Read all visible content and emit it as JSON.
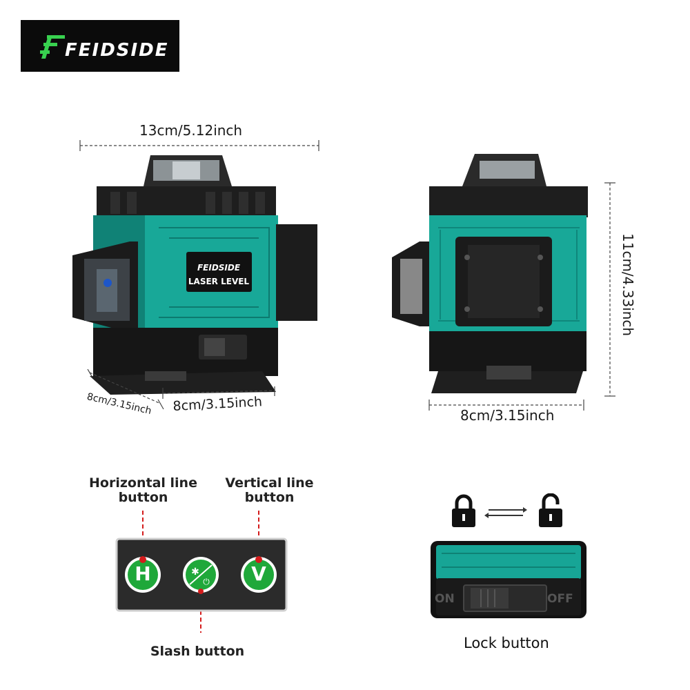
{
  "brand": {
    "logo_text": "FEIDSIDE"
  },
  "dimensions": {
    "width_top": "13cm/5.12inch",
    "depth_left": "8cm/3.15inch",
    "width_front": "8cm/3.15inch",
    "width_side": "8cm/3.15inch",
    "height_side": "11cm/4.33inch"
  },
  "product": {
    "badge_brand": "FEIDSIDE",
    "badge_model": "LASER LEVEL"
  },
  "buttons_panel": {
    "horizontal_label_line1": "Horizontal line",
    "horizontal_label_line2": "button",
    "vertical_label_line1": "Vertical line",
    "vertical_label_line2": "button",
    "slash_label": "Slash button",
    "h_key": "H",
    "v_key": "V",
    "accent_color": "#1fa83a"
  },
  "lock_panel": {
    "on_label": "ON",
    "off_label": "OFF",
    "caption": "Lock button",
    "locked_icon": "lock-icon",
    "unlocked_icon": "unlock-icon",
    "swap_icon": "swap-arrows-icon",
    "body_color": "#17a596"
  }
}
